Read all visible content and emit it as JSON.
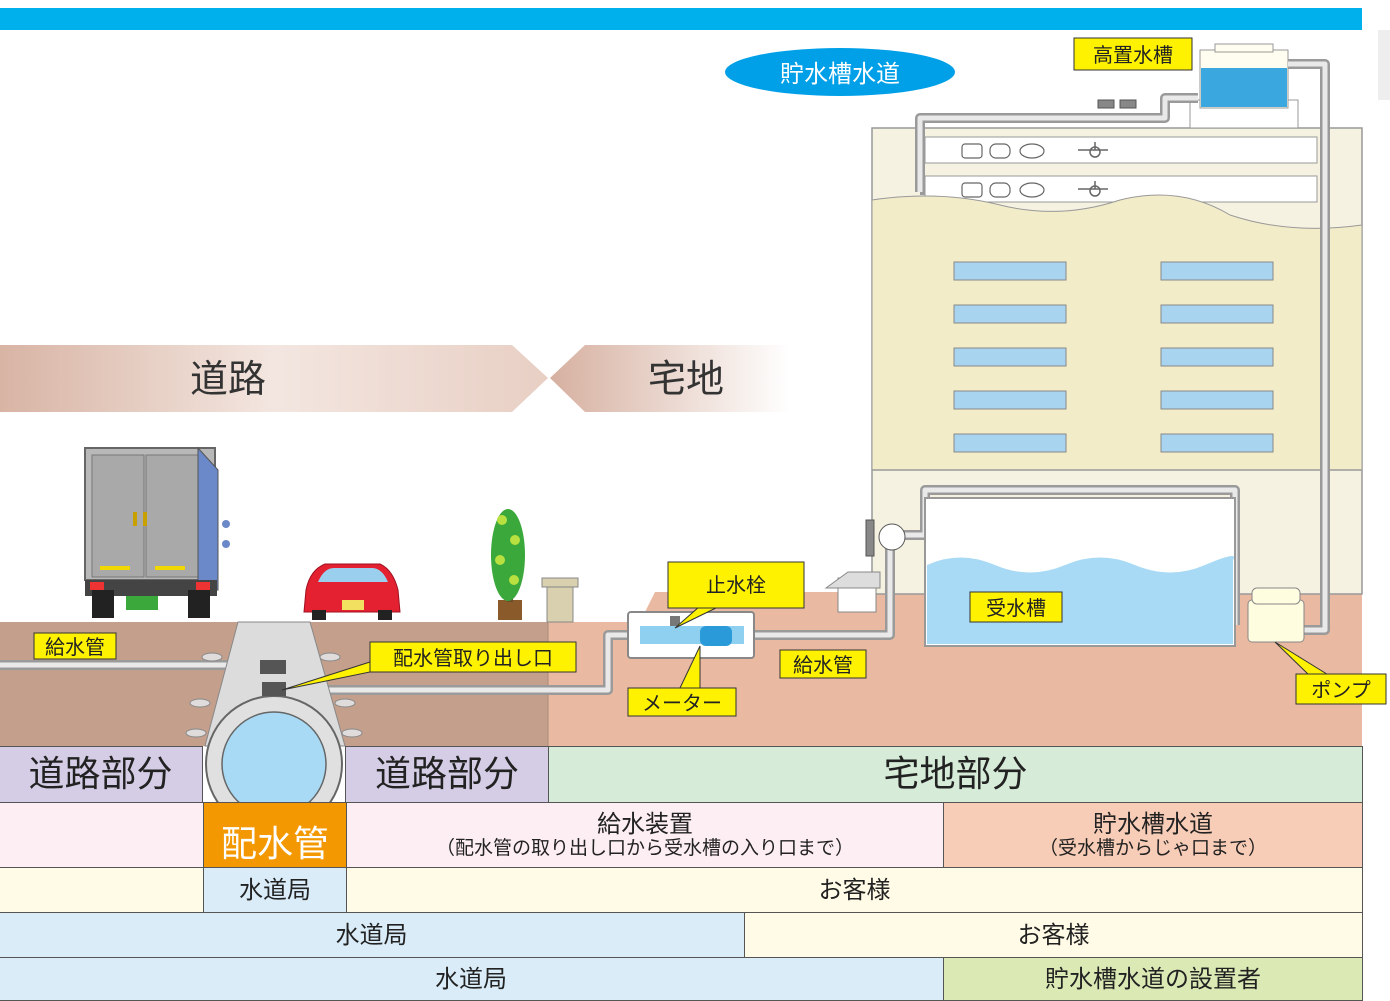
{
  "header": {
    "bar_color": "#00b0ec"
  },
  "labels": {
    "water_tank_system": "貯水槽水道",
    "elevated_tank": "高置水槽",
    "road": "道路",
    "residential": "宅地",
    "supply_pipe_left": "給水管",
    "main_outlet": "配水管取り出し口",
    "stop_valve": "止水栓",
    "meter": "メーター",
    "supply_pipe_right": "給水管",
    "receiving_tank": "受水槽",
    "pump": "ポンプ"
  },
  "table": {
    "row1": {
      "road_left": "道路部分",
      "road_right": "道路部分",
      "residential": "宅地部分"
    },
    "row2": {
      "main_pipe": "配水管",
      "supply_device": "給水装置",
      "supply_device_note": "（配水管の取り出し口から受水槽の入り口まで）",
      "tank_system": "貯水槽水道",
      "tank_system_note": "（受水槽からじゃ口まで）"
    },
    "row3": {
      "bureau": "水道局",
      "customer": "お客様"
    },
    "row4": {
      "bureau": "水道局",
      "customer": "お客様"
    },
    "row5": {
      "bureau": "水道局",
      "installer": "貯水槽水道の設置者"
    }
  },
  "colors": {
    "label_yellow": "#fff200",
    "main_pipe_orange": "#f39800",
    "water_blue": "#a8daf5",
    "road_soil": "#c4a08c",
    "lot_soil": "#e9b9a1",
    "road_purple": "#d5cde6",
    "residential_green": "#d6ecd8",
    "supply_pink": "#fdeef4",
    "tank_salmon": "#f8cdb7",
    "cream": "#fffbe6",
    "light_blue": "#d9ecf8",
    "installer_green": "#dbeab5"
  }
}
